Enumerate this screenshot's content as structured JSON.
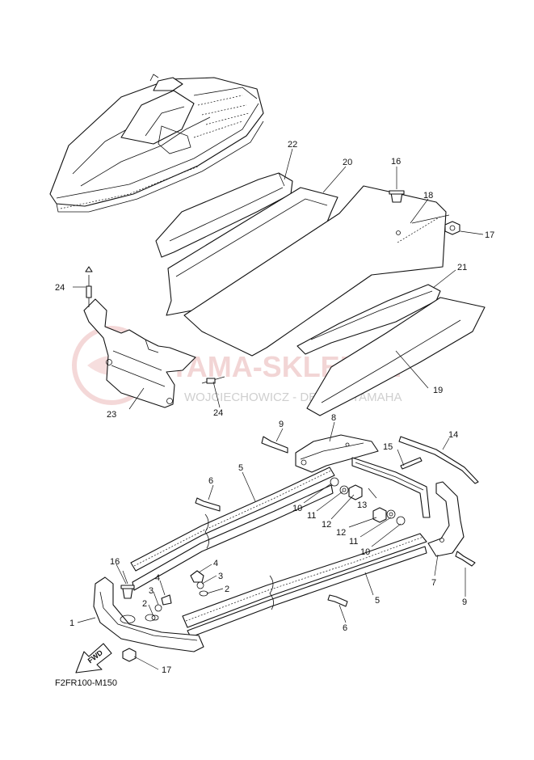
{
  "diagram": {
    "code": "F2FR100-M150",
    "fwd_label": "FWD",
    "watermark": {
      "brand": "YAMA-SKLEP.PL",
      "subtitle": "WOJCIECHOWICZ - DEALER YAMAHA"
    },
    "callouts": {
      "c22": "22",
      "c20": "20",
      "c16a": "16",
      "c18": "18",
      "c17a": "17",
      "c24a": "24",
      "c21": "21",
      "c19": "19",
      "c23": "23",
      "c24b": "24",
      "c9a": "9",
      "c8": "8",
      "c15": "15",
      "c14": "14",
      "c5a": "5",
      "c6a": "6",
      "c10a": "10",
      "c11a": "11",
      "c13": "13",
      "c12a": "12",
      "c12b": "12",
      "c11b": "11",
      "c10b": "10",
      "c16b": "16",
      "c4a": "4",
      "c3a": "3",
      "c4b": "4",
      "c2a": "2",
      "c3b": "3",
      "c2b": "2",
      "c7": "7",
      "c9b": "9",
      "c1": "1",
      "c5b": "5",
      "c6b": "6",
      "c17b": "17"
    }
  }
}
